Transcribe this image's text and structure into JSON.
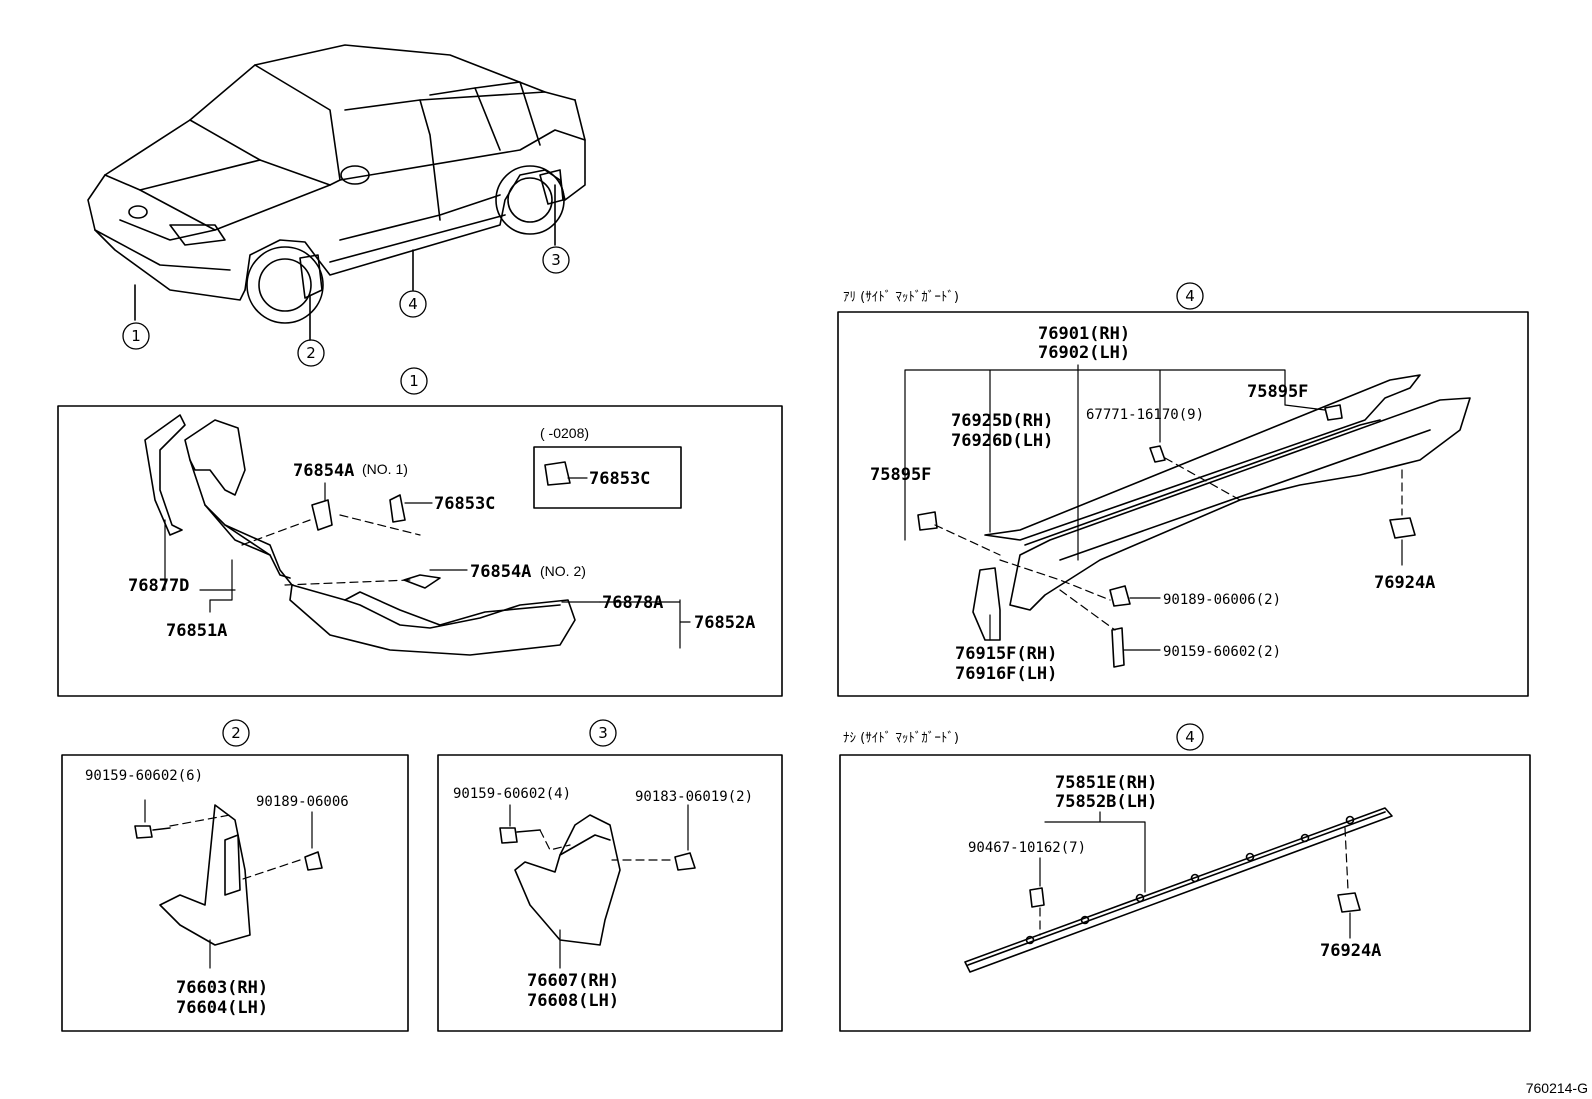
{
  "car": {
    "callouts": [
      "1",
      "2",
      "3",
      "4"
    ]
  },
  "panel1": {
    "marker": "1",
    "parts": {
      "p76854A_no1": "76854A",
      "p76854A_no1_note": "(NO. 1)",
      "p76853C": "76853C",
      "p76877D": "76877D",
      "p76851A": "76851A",
      "p76854A_no2": "76854A",
      "p76854A_no2_note": "(NO. 2)",
      "p76878A": "76878A",
      "p76852A": "76852A"
    },
    "inset": {
      "range": "(      -0208)",
      "part": "76853C"
    }
  },
  "panel2": {
    "marker": "2",
    "parts": {
      "bolt": "90159-60602(6)",
      "nut": "90189-06006",
      "rh": "76603(RH)",
      "lh": "76604(LH)"
    }
  },
  "panel3": {
    "marker": "3",
    "parts": {
      "bolt": "90159-60602(4)",
      "clip": "90183-06019(2)",
      "rh": "76607(RH)",
      "lh": "76608(LH)"
    }
  },
  "panel4a": {
    "marker": "4",
    "caption": "ｱﾘ (ｻｲﾄﾞ  ﾏｯﾄﾞｶﾞｰﾄﾞ)",
    "parts": {
      "rh": "76901(RH)",
      "lh": "76902(LH)",
      "p75895F_top": "75895F",
      "p76925D": "76925D(RH)",
      "p76926D": "76926D(LH)",
      "clip": "67771-16170(9)",
      "p75895F_left": "75895F",
      "p76924A": "76924A",
      "nut": "90189-06006(2)",
      "bolt": "90159-60602(2)",
      "p76915F": "76915F(RH)",
      "p76916F": "76916F(LH)"
    }
  },
  "panel4b": {
    "marker": "4",
    "caption": "ﾅｼ (ｻｲﾄﾞ  ﾏｯﾄﾞｶﾞｰﾄﾞ)",
    "parts": {
      "rh": "75851E(RH)",
      "lh": "75852B(LH)",
      "clip": "90467-10162(7)",
      "p76924A": "76924A"
    }
  },
  "footer": {
    "code": "760214-G"
  }
}
